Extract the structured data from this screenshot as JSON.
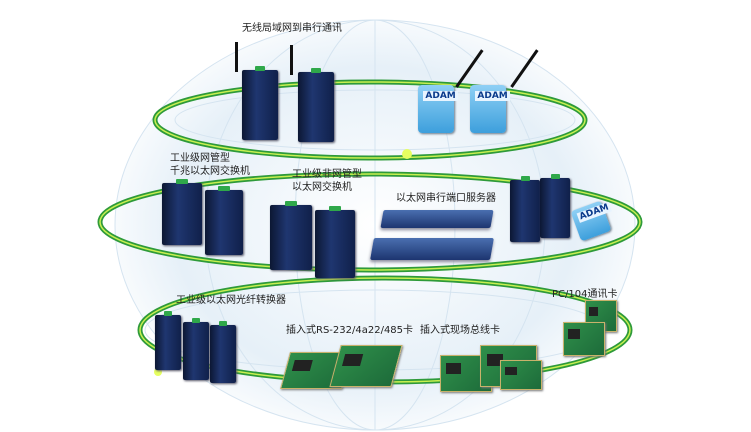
{
  "labels": {
    "wireless": "无线局域网到串行通讯",
    "managed_switch_line1": "工业级网管型",
    "managed_switch_line2": "千兆以太网交换机",
    "unmanaged_switch_line1": "工业级非网管型",
    "unmanaged_switch_line2": "以太网交换机",
    "serial_server": "以太网串行端口服务器",
    "fiber_converter": "工业级以太网光纤转换器",
    "serial_card": "插入式RS-232/4a22/485卡",
    "fieldbus_card": "插入式现场总线卡",
    "pc104_card": "PC/104通讯卡"
  },
  "logos": {
    "adam": "ADAM"
  },
  "colors": {
    "ring": "#2e9a3a",
    "ring_glow": "#c8f050",
    "globe_grid": "#d5e4f0"
  }
}
